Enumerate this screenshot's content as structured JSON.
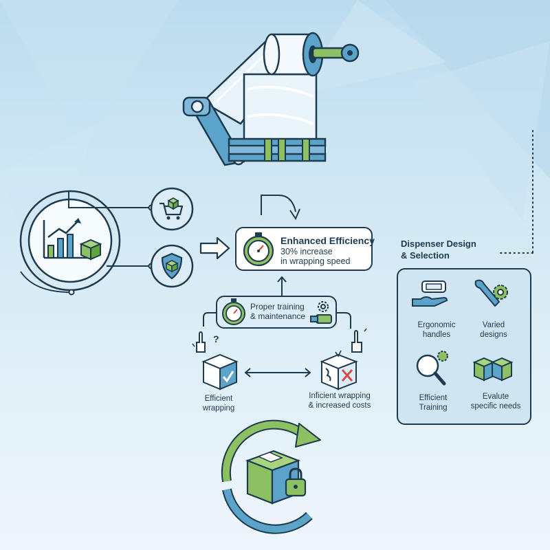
{
  "efficiency_box": {
    "title": "Enhanced Efficiency",
    "subtitle_line1": "30% increase",
    "subtitle_line2": "in wrapping speed"
  },
  "training_box": {
    "line1": "Proper training",
    "line2": "& maintenance"
  },
  "left_outcome": {
    "line1": "Efficient",
    "line2": "wrapping"
  },
  "right_outcome": {
    "line1": "Inficient wrapping",
    "line2": "& increased costs"
  },
  "panel": {
    "title_line1": "Dispenser Design",
    "title_line2": "& Selection",
    "items": [
      {
        "line1": "Ergonomic",
        "line2": "handles",
        "icon": "ergonomic-handle-icon"
      },
      {
        "line1": "Varied",
        "line2": "designs",
        "icon": "wrench-gear-icon"
      },
      {
        "line1": "Efficient",
        "line2": "Training",
        "icon": "magnifier-gear-icon"
      },
      {
        "line1": "Evalute",
        "line2": "specific needs",
        "icon": "cubes-icon"
      }
    ]
  },
  "colors": {
    "navy": "#1d3a4f",
    "blue": "#5ba3c9",
    "green": "#8cc063",
    "red": "#d94a4a"
  }
}
